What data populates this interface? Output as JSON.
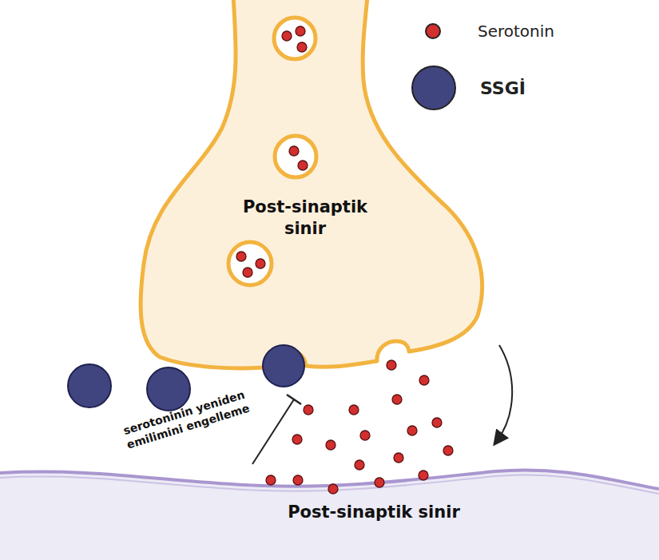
{
  "diagram": {
    "nodes": [
      {
        "text": [
          "Post-sinaptik sinir"
        ]
      },
      {
        "text": [
          "Post-sinaptik sinir"
        ]
      }
    ],
    "labels": [
      "serotoninin yeniden emilimini engelleme"
    ],
    "legend": [
      {
        "text": "Serotonin",
        "color": "#d32f2f"
      },
      {
        "text": "SSGİ",
        "color": "#40457f"
      }
    ]
  }
}
